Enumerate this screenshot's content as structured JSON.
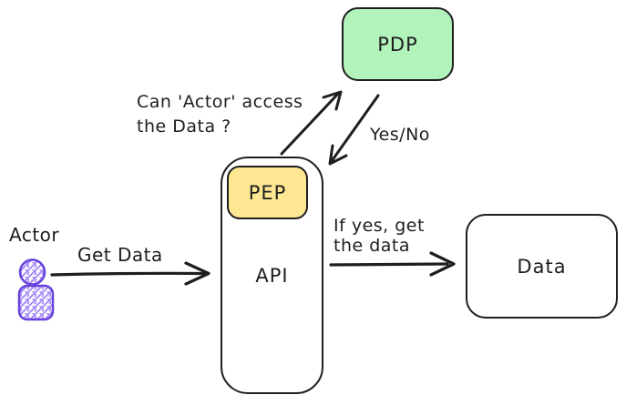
{
  "diagram": {
    "background": "#ffffff",
    "stroke_color": "#1e1e1e",
    "nodes": {
      "pdp": {
        "label": "PDP",
        "fill": "#b2f2bb"
      },
      "pep": {
        "label": "PEP",
        "fill": "#fde792"
      },
      "api": {
        "label": "API",
        "fill": "#ffffff"
      },
      "data": {
        "label": "Data",
        "fill": "#ffffff"
      }
    },
    "actor": {
      "label": "Actor",
      "icon": "person-icon",
      "stroke": "#6741d9",
      "hatch": "#a78bfa"
    },
    "edges": {
      "get_data": {
        "label": "Get Data"
      },
      "access_question": {
        "line1": "Can 'Actor' access",
        "line2": "the Data ?"
      },
      "yes_no": {
        "label": "Yes/No"
      },
      "if_yes": {
        "line1": "If yes, get",
        "line2": "the data"
      }
    }
  }
}
